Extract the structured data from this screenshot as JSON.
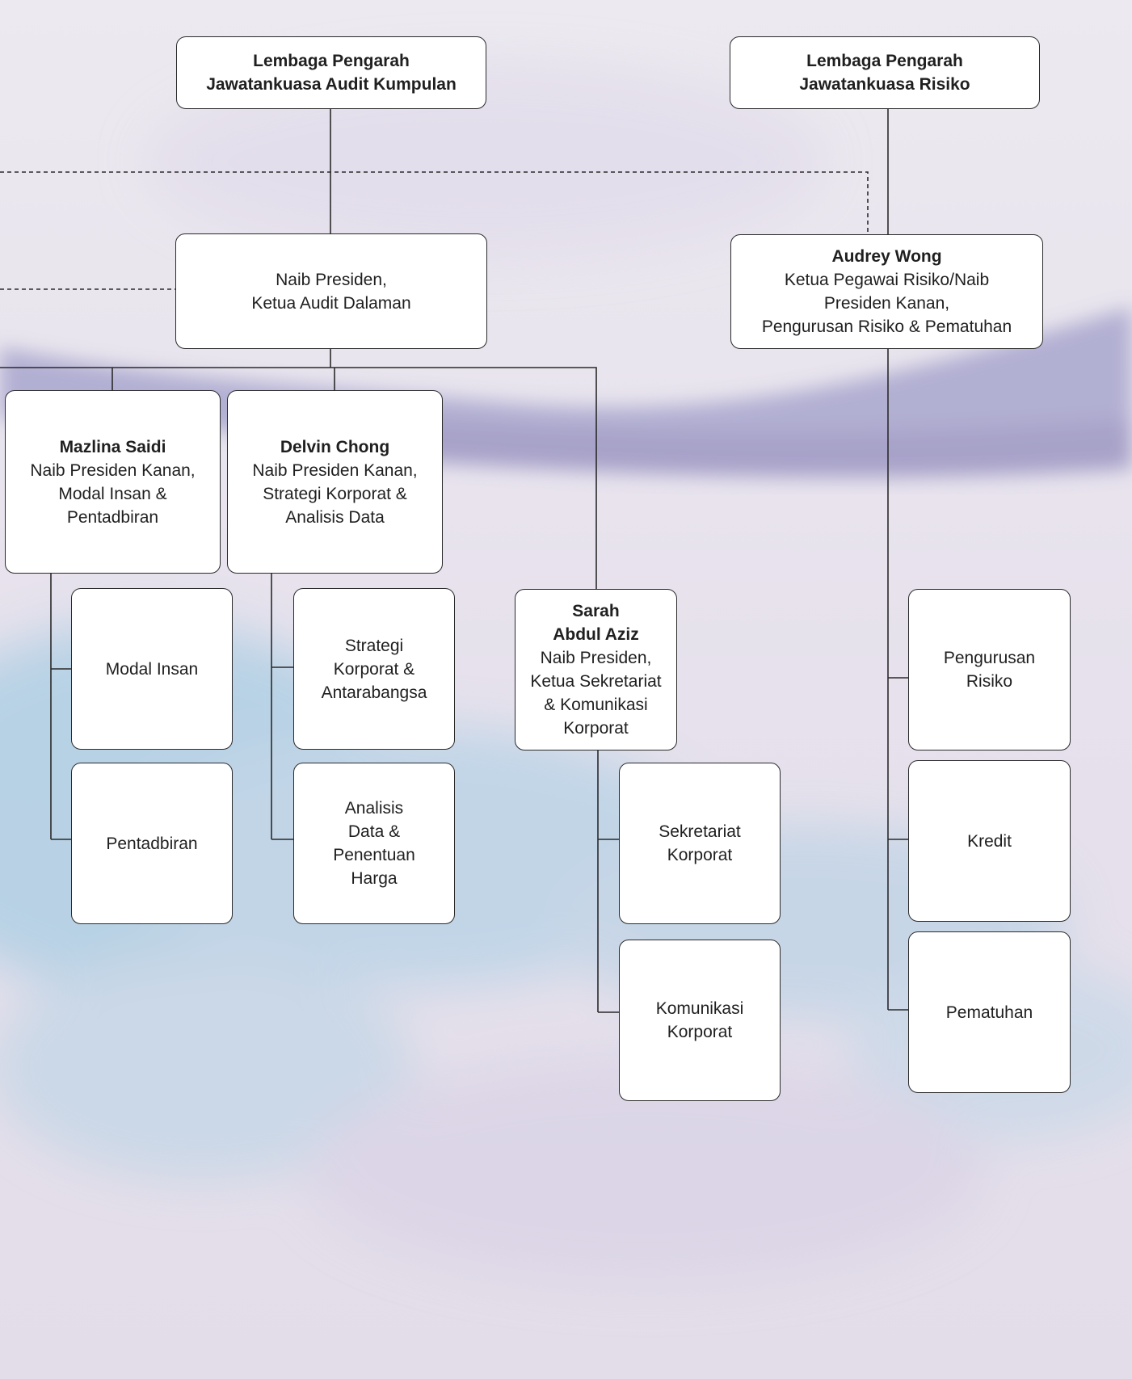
{
  "colors": {
    "box_fill": "#ffffff",
    "box_border": "#2a2a2a",
    "connector": "#2a2a2a",
    "background_base": "#ebe7ef",
    "wash_blue": "#9cc3dc",
    "wash_purple": "#9b97c4"
  },
  "nodes": {
    "board_audit": {
      "name_lines": [
        "Lembaga Pengarah",
        "Jawatankuasa Audit Kumpulan"
      ],
      "title_lines": []
    },
    "board_risk": {
      "name_lines": [
        "Lembaga Pengarah",
        "Jawatankuasa Risiko"
      ],
      "title_lines": []
    },
    "internal_audit": {
      "name_lines": [],
      "title_lines": [
        "Naib Presiden,",
        "Ketua Audit Dalaman"
      ]
    },
    "audrey_wong": {
      "name_lines": [
        "Audrey Wong"
      ],
      "title_lines": [
        "Ketua Pegawai Risiko/Naib",
        "Presiden Kanan,",
        "Pengurusan Risiko & Pematuhan"
      ]
    },
    "mazlina_saidi": {
      "name_lines": [
        "Mazlina Saidi"
      ],
      "title_lines": [
        "Naib Presiden Kanan,",
        "Modal Insan &",
        "Pentadbiran"
      ]
    },
    "delvin_chong": {
      "name_lines": [
        "Delvin Chong"
      ],
      "title_lines": [
        "Naib Presiden Kanan,",
        "Strategi Korporat &",
        "Analisis Data"
      ]
    },
    "sarah_abdul_aziz": {
      "name_lines": [
        "Sarah",
        "Abdul Aziz"
      ],
      "title_lines": [
        "Naib Presiden,",
        "Ketua Sekretariat",
        "& Komunikasi",
        "Korporat"
      ]
    },
    "modal_insan": {
      "name_lines": [],
      "title_lines": [
        "Modal Insan"
      ]
    },
    "pentadbiran": {
      "name_lines": [],
      "title_lines": [
        "Pentadbiran"
      ]
    },
    "strategi_korporat": {
      "name_lines": [],
      "title_lines": [
        "Strategi",
        "Korporat &",
        "Antarabangsa"
      ]
    },
    "analisis_data": {
      "name_lines": [],
      "title_lines": [
        "Analisis",
        "Data &",
        "Penentuan",
        "Harga"
      ]
    },
    "sekretariat_korporat": {
      "name_lines": [],
      "title_lines": [
        "Sekretariat",
        "Korporat"
      ]
    },
    "komunikasi_korporat": {
      "name_lines": [],
      "title_lines": [
        "Komunikasi",
        "Korporat"
      ]
    },
    "pengurusan_risiko": {
      "name_lines": [],
      "title_lines": [
        "Pengurusan",
        "Risiko"
      ]
    },
    "kredit": {
      "name_lines": [],
      "title_lines": [
        "Kredit"
      ]
    },
    "pematuhan": {
      "name_lines": [],
      "title_lines": [
        "Pematuhan"
      ]
    }
  }
}
